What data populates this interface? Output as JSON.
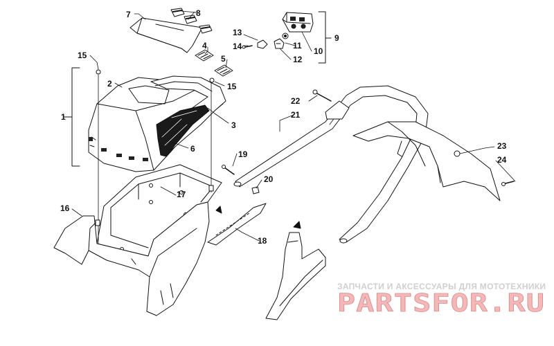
{
  "callouts": [
    {
      "id": "c1",
      "label": "1"
    },
    {
      "id": "c2",
      "label": "2"
    },
    {
      "id": "c3",
      "label": "3"
    },
    {
      "id": "c4",
      "label": "4"
    },
    {
      "id": "c5",
      "label": "5"
    },
    {
      "id": "c6",
      "label": "6"
    },
    {
      "id": "c7",
      "label": "7"
    },
    {
      "id": "c8",
      "label": "8"
    },
    {
      "id": "c9",
      "label": "9"
    },
    {
      "id": "c10",
      "label": "10"
    },
    {
      "id": "c11",
      "label": "11"
    },
    {
      "id": "c12",
      "label": "12"
    },
    {
      "id": "c13",
      "label": "13"
    },
    {
      "id": "c14",
      "label": "14"
    },
    {
      "id": "c15a",
      "label": "15"
    },
    {
      "id": "c15b",
      "label": "15"
    },
    {
      "id": "c16",
      "label": "16"
    },
    {
      "id": "c17",
      "label": "17"
    },
    {
      "id": "c18",
      "label": "18"
    },
    {
      "id": "c19",
      "label": "19"
    },
    {
      "id": "c20",
      "label": "20"
    },
    {
      "id": "c21",
      "label": "21"
    },
    {
      "id": "c22",
      "label": "22"
    },
    {
      "id": "c23",
      "label": "23"
    },
    {
      "id": "c24",
      "label": "24"
    }
  ],
  "watermark": {
    "subtitle": "ЗАПЧАСТИ И АКСЕССУАРЫ ДЛЯ МОТОТЕХНИКИ",
    "brand": "PARTSFOR.RU"
  },
  "colors": {
    "line": "#111111",
    "fill": "#ffffff",
    "dark_fill": "#1a1a1a",
    "watermark_text": "#cfcfcf",
    "watermark_brand": "#f4b8b8"
  }
}
